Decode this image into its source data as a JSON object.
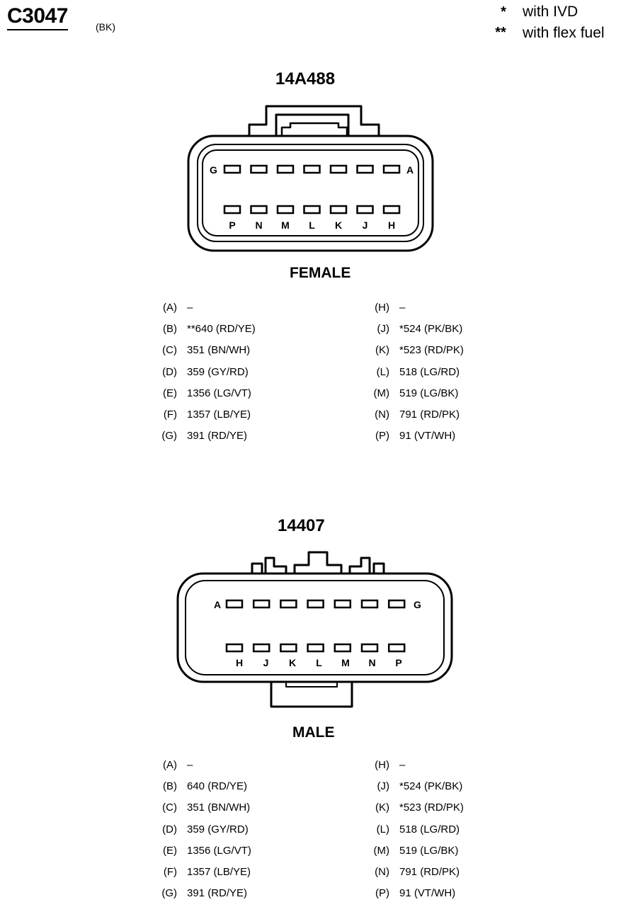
{
  "header": {
    "connector_id": "C3047",
    "color_code": "(BK)"
  },
  "legend": [
    {
      "symbol": "*",
      "text": "with IVD"
    },
    {
      "symbol": "**",
      "text": "with flex fuel"
    }
  ],
  "female": {
    "part_number": "14A488",
    "label": "FEMALE",
    "top_row_pins": [
      "G",
      "A"
    ],
    "bottom_row_pins": [
      "P",
      "N",
      "M",
      "L",
      "K",
      "J",
      "H"
    ],
    "left_column": [
      {
        "pin": "(A)",
        "circuit": "–"
      },
      {
        "pin": "(B)",
        "circuit": "**640 (RD/YE)"
      },
      {
        "pin": "(C)",
        "circuit": "351 (BN/WH)"
      },
      {
        "pin": "(D)",
        "circuit": "359 (GY/RD)"
      },
      {
        "pin": "(E)",
        "circuit": "1356 (LG/VT)"
      },
      {
        "pin": "(F)",
        "circuit": "1357 (LB/YE)"
      },
      {
        "pin": "(G)",
        "circuit": "391 (RD/YE)"
      }
    ],
    "right_column": [
      {
        "pin": "(H)",
        "circuit": "–"
      },
      {
        "pin": "(J)",
        "circuit": "*524 (PK/BK)"
      },
      {
        "pin": "(K)",
        "circuit": "*523 (RD/PK)"
      },
      {
        "pin": "(L)",
        "circuit": "518 (LG/RD)"
      },
      {
        "pin": "(M)",
        "circuit": "519 (LG/BK)"
      },
      {
        "pin": "(N)",
        "circuit": "791 (RD/PK)"
      },
      {
        "pin": "(P)",
        "circuit": "91 (VT/WH)"
      }
    ]
  },
  "male": {
    "part_number": "14407",
    "label": "MALE",
    "top_row_pins": [
      "A",
      "G"
    ],
    "bottom_row_pins": [
      "H",
      "J",
      "K",
      "L",
      "M",
      "N",
      "P"
    ],
    "left_column": [
      {
        "pin": "(A)",
        "circuit": "–"
      },
      {
        "pin": "(B)",
        "circuit": "640 (RD/YE)"
      },
      {
        "pin": "(C)",
        "circuit": "351 (BN/WH)"
      },
      {
        "pin": "(D)",
        "circuit": "359 (GY/RD)"
      },
      {
        "pin": "(E)",
        "circuit": "1356 (LG/VT)"
      },
      {
        "pin": "(F)",
        "circuit": "1357 (LB/YE)"
      },
      {
        "pin": "(G)",
        "circuit": "391 (RD/YE)"
      }
    ],
    "right_column": [
      {
        "pin": "(H)",
        "circuit": "–"
      },
      {
        "pin": "(J)",
        "circuit": "*524 (PK/BK)"
      },
      {
        "pin": "(K)",
        "circuit": "*523 (RD/PK)"
      },
      {
        "pin": "(L)",
        "circuit": "518 (LG/RD)"
      },
      {
        "pin": "(M)",
        "circuit": "519 (LG/BK)"
      },
      {
        "pin": "(N)",
        "circuit": "791 (RD/PK)"
      },
      {
        "pin": "(P)",
        "circuit": "91 (VT/WH)"
      }
    ]
  }
}
